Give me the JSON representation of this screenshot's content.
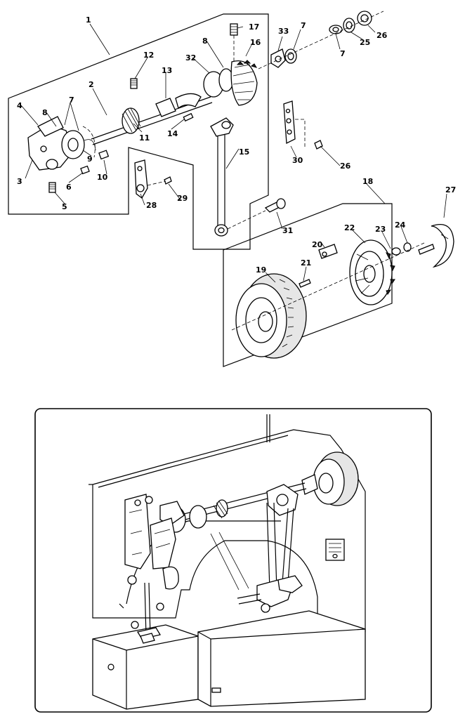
{
  "callouts": {
    "c1": "1",
    "c2": "2",
    "c3": "3",
    "c4": "4",
    "c5": "5",
    "c6": "6",
    "c7a": "7",
    "c7b": "7",
    "c7c": "7",
    "c8a": "8",
    "c8b": "8",
    "c9": "9",
    "c10": "10",
    "c11": "11",
    "c12": "12",
    "c13": "13",
    "c14": "14",
    "c15": "15",
    "c16": "16",
    "c17": "17",
    "c18": "18",
    "c19": "19",
    "c20": "20",
    "c21": "21",
    "c22": "22",
    "c23": "23",
    "c24": "24",
    "c25": "25",
    "c26a": "26",
    "c26b": "26",
    "c27": "27",
    "c28": "28",
    "c29": "29",
    "c30": "30",
    "c31": "31",
    "c32": "32",
    "c33": "33"
  }
}
